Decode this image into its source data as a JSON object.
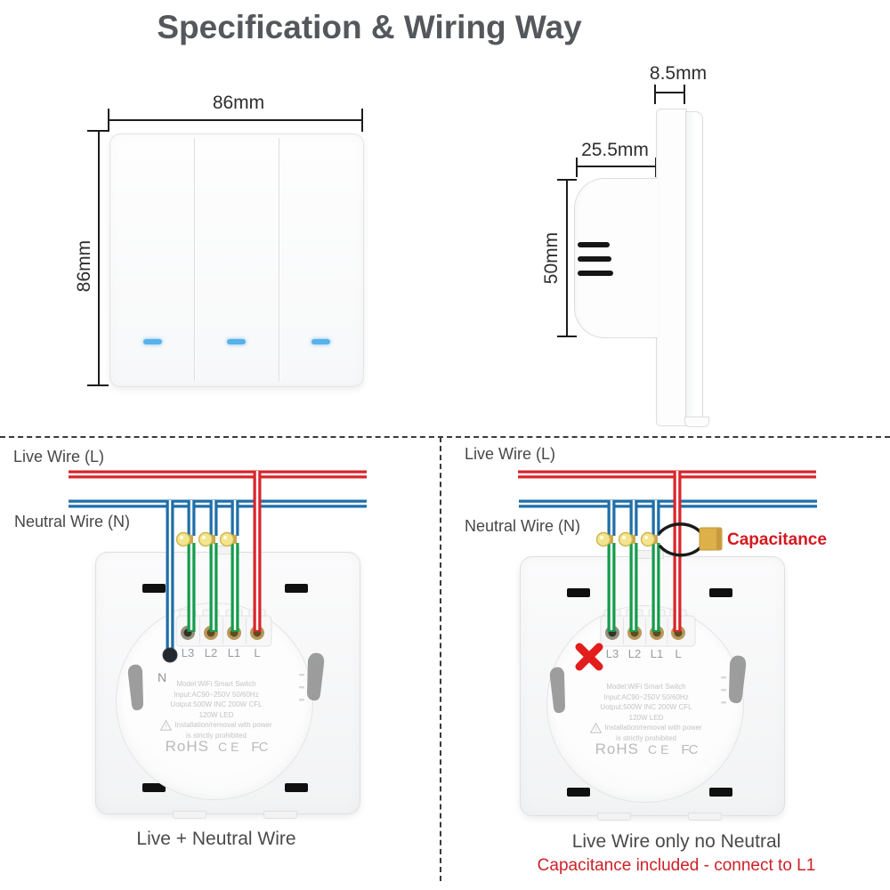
{
  "title": "Specification & Wiring Way",
  "front_view": {
    "width_label": "86mm",
    "height_label": "86mm"
  },
  "side_view": {
    "panel_thickness_label": "8.5mm",
    "box_depth_label": "25.5mm",
    "box_height_label": "50mm"
  },
  "wiring": {
    "live_label": "Live Wire (L)",
    "neutral_label": "Neutral Wire (N)",
    "n_terminal_label": "N",
    "terminals": [
      "L3",
      "L2",
      "L1",
      "L"
    ],
    "back_panel": {
      "model_line": "Model:WiFi Smart Switch",
      "input_line": "Input:AC90~250V 50/60Hz",
      "output_line": "Uotput:500W INC 200W CFL",
      "led_line": "120W LED",
      "warning_line1": "Installation/removal with power",
      "warning_line2": "is strictly prohibited",
      "cert_rohs": "RoHS",
      "cert_ce": "CE",
      "cert_fcc": "FC"
    },
    "left": {
      "caption": "Live + Neutral Wire"
    },
    "right": {
      "caption": "Live Wire only no Neutral",
      "subcaption": "Capacitance included - connect to L1",
      "capacitance_label": "Capacitance"
    }
  },
  "colors": {
    "live_wire": "#d8262b",
    "neutral_wire": "#1f6fa9",
    "load_wire": "#149c4c",
    "capacitor": "#ddb04a",
    "accent_red": "#d31920",
    "led_blue": "#58b1ea"
  }
}
